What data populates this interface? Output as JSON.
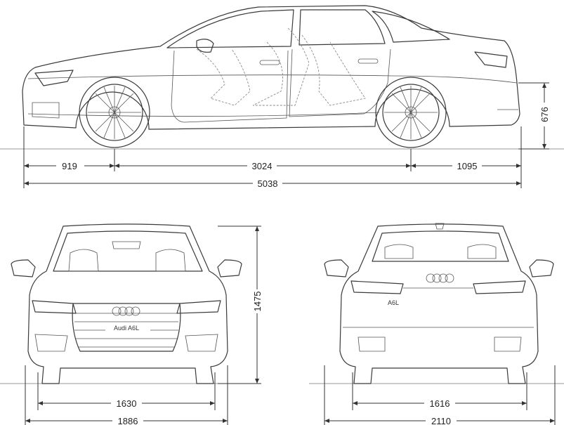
{
  "dimensions": {
    "front_overhang": "919",
    "wheelbase": "3024",
    "rear_overhang": "1095",
    "length": "5038",
    "ground_to_bumper": "676",
    "height": "1475",
    "front_track": "1630",
    "width_front": "1886",
    "rear_track": "1616",
    "width_rear": "2110"
  },
  "badges": {
    "front_model": "Audi  A6L",
    "rear_model": "A6L"
  }
}
